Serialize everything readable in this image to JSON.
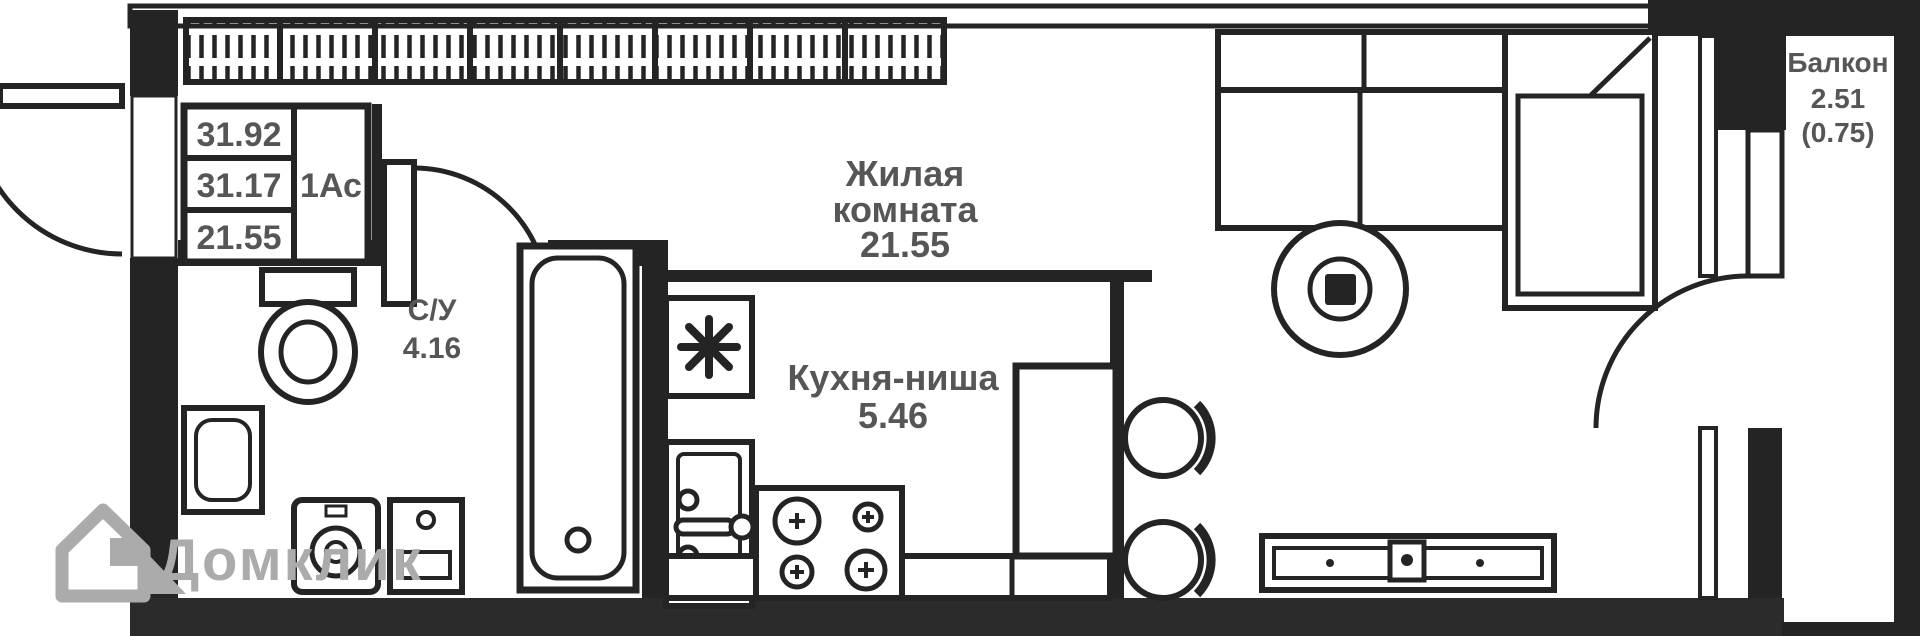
{
  "plan": {
    "stamp": {
      "area_total": "31.92",
      "area_calc": "31.17",
      "layout_code": "1Ас",
      "area_room_value": "21.55"
    },
    "rooms": {
      "living": {
        "name_line1": "Жилая",
        "name_line2": "комната",
        "area": "21.55"
      },
      "kitchen": {
        "name": "Кухня-ниша",
        "area": "5.46"
      },
      "bathroom": {
        "name": "С/У",
        "area": "4.16"
      },
      "balcony": {
        "name": "Балкон",
        "area": "2.51",
        "area_coeff": "(0.75)"
      }
    },
    "watermark": {
      "brand": "Домклик"
    },
    "colors": {
      "wall": "#242424",
      "label_text": "#565656",
      "background": "#ffffff",
      "watermark": "#ababab"
    }
  }
}
